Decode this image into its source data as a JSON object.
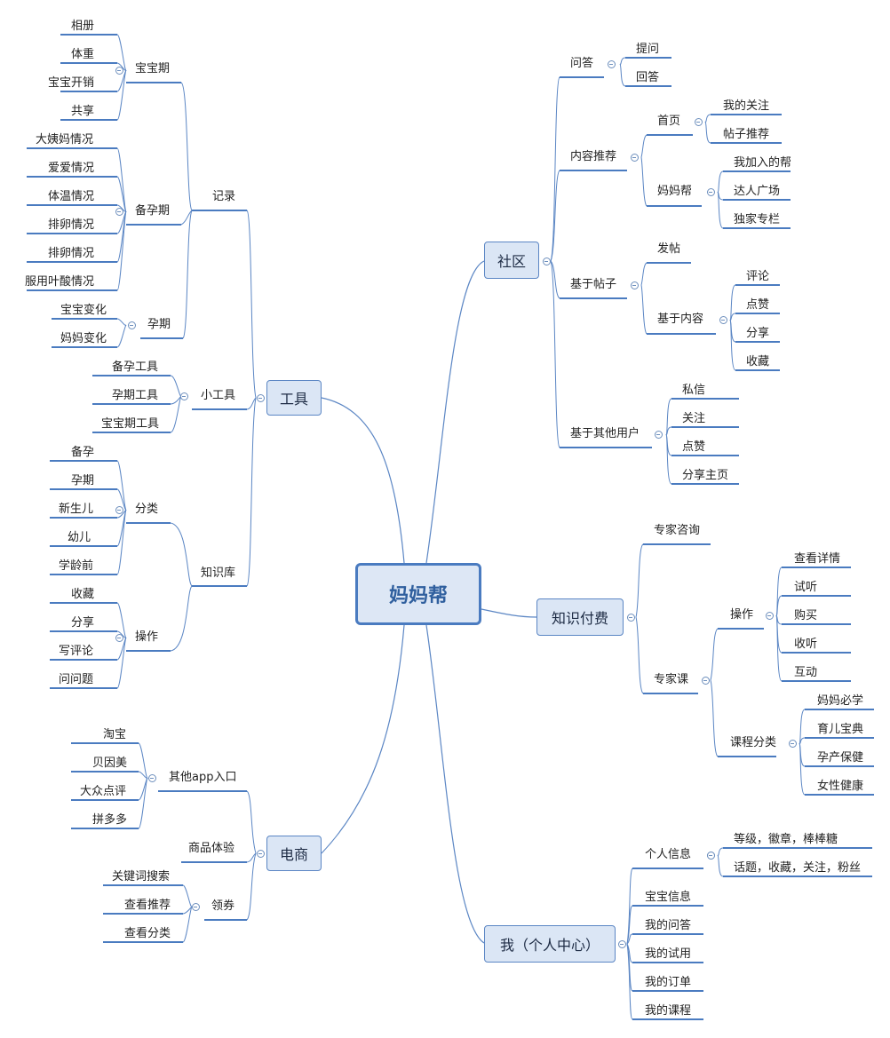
{
  "root": "妈妈帮",
  "tool": {
    "label": "工具",
    "record": {
      "label": "记录",
      "baby_period": {
        "label": "宝宝期",
        "items": [
          "相册",
          "体重",
          "宝宝开销",
          "共享"
        ]
      },
      "prep_period": {
        "label": "备孕期",
        "items": [
          "大姨妈情况",
          "爱爱情况",
          "体温情况",
          "排卵情况",
          "排卵情况",
          "服用叶酸情况"
        ]
      },
      "preg_period": {
        "label": "孕期",
        "items": [
          "宝宝变化",
          "妈妈变化"
        ]
      }
    },
    "small_tools": {
      "label": "小工具",
      "items": [
        "备孕工具",
        "孕期工具",
        "宝宝期工具"
      ]
    },
    "knowledge": {
      "label": "知识库",
      "category": {
        "label": "分类",
        "items": [
          "备孕",
          "孕期",
          "新生儿",
          "幼儿",
          "学龄前"
        ]
      },
      "operation": {
        "label": "操作",
        "items": [
          "收藏",
          "分享",
          "写评论",
          "问问题"
        ]
      }
    }
  },
  "ecommerce": {
    "label": "电商",
    "other_apps": {
      "label": "其他app入口",
      "items": [
        "淘宝",
        "贝因美",
        "大众点评",
        "拼多多"
      ]
    },
    "product_trial": "商品体验",
    "coupons": {
      "label": "领券",
      "items": [
        "关键词搜索",
        "查看推荐",
        "查看分类"
      ]
    }
  },
  "community": {
    "label": "社区",
    "qa": {
      "label": "问答",
      "items": [
        "提问",
        "回答"
      ]
    },
    "content_rec": {
      "label": "内容推荐",
      "home": {
        "label": "首页",
        "items": [
          "我的关注",
          "帖子推荐"
        ]
      },
      "mama_group": {
        "label": "妈妈帮",
        "items": [
          "我加入的帮",
          "达人广场",
          "独家专栏"
        ]
      }
    },
    "post_based": {
      "label": "基于帖子",
      "post": "发帖",
      "content_based": {
        "label": "基于内容",
        "items": [
          "评论",
          "点赞",
          "分享",
          "收藏"
        ]
      }
    },
    "user_based": {
      "label": "基于其他用户",
      "items": [
        "私信",
        "关注",
        "点赞",
        "分享主页"
      ]
    }
  },
  "paid": {
    "label": "知识付费",
    "expert_consult": "专家咨询",
    "expert_course": {
      "label": "专家课",
      "operation": {
        "label": "操作",
        "items": [
          "查看详情",
          "试听",
          "购买",
          "收听",
          "互动"
        ]
      },
      "course_category": {
        "label": "课程分类",
        "items": [
          "妈妈必学",
          "育儿宝典",
          "孕产保健",
          "女性健康"
        ]
      }
    }
  },
  "me": {
    "label": "我（个人中心）",
    "profile": {
      "label": "个人信息",
      "items": [
        "等级，徽章，棒棒糖",
        "话题，收藏，关注，粉丝"
      ]
    },
    "items": [
      "宝宝信息",
      "我的问答",
      "我的试用",
      "我的订单",
      "我的课程"
    ]
  },
  "colors": {
    "line": "#5b86c4",
    "underline": "#4a7bc0",
    "box_fill": "#dbe6f5",
    "root_border": "#4a7bc0"
  }
}
